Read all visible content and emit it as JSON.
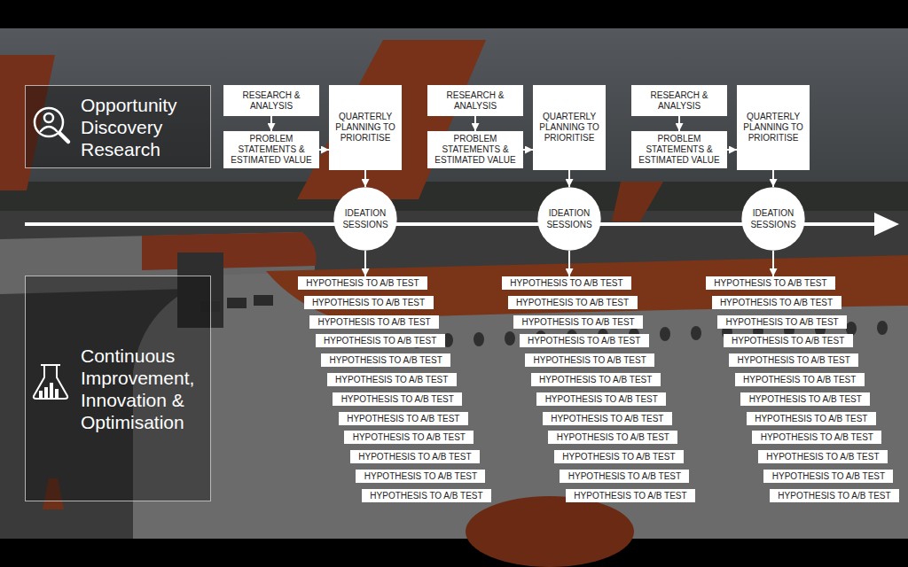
{
  "diagram": {
    "nodes": [
      {
        "text": [
          "Opportunity Discovery Research"
        ]
      },
      {
        "text": [
          "Continuous Improvement, Innovation & Optimisation"
        ]
      },
      {
        "text": [
          "RESEARCH & ANALYSIS"
        ]
      },
      {
        "text": [
          "PROBLEM STATEMENTS & ESTIMATED VALUE"
        ]
      },
      {
        "text": [
          "QUARTERLY PLANNING TO PRIORITISE"
        ]
      },
      {
        "text": [
          "IDEATION SESSIONS"
        ]
      },
      {
        "text": [
          "HYPOTHESIS TO A/B TEST"
        ]
      },
      {
        "text": [
          "HYPOTHESIS TO A/B TEST"
        ]
      },
      {
        "text": [
          "HYPOTHESIS TO A/B TEST"
        ]
      },
      {
        "text": [
          "HYPOTHESIS TO A/B TEST"
        ]
      },
      {
        "text": [
          "HYPOTHESIS TO A/B TEST"
        ]
      },
      {
        "text": [
          "HYPOTHESIS TO A/B TEST"
        ]
      },
      {
        "text": [
          "HYPOTHESIS TO A/B TEST"
        ]
      },
      {
        "text": [
          "HYPOTHESIS TO A/B TEST"
        ]
      },
      {
        "text": [
          "HYPOTHESIS TO A/B TEST"
        ]
      },
      {
        "text": [
          "HYPOTHESIS TO A/B TEST"
        ]
      },
      {
        "text": [
          "HYPOTHESIS TO A/B TEST"
        ]
      },
      {
        "text": [
          "HYPOTHESIS TO A/B TEST"
        ]
      },
      {
        "text": [
          "RESEARCH & ANALYSIS"
        ]
      },
      {
        "text": [
          "PROBLEM STATEMENTS & ESTIMATED VALUE"
        ]
      },
      {
        "text": [
          "QUARTERLY PLANNING TO PRIORITISE"
        ]
      },
      {
        "text": [
          "IDEATION SESSIONS"
        ]
      },
      {
        "text": [
          "HYPOTHESIS TO A/B TEST"
        ]
      },
      {
        "text": [
          "HYPOTHESIS TO A/B TEST"
        ]
      },
      {
        "text": [
          "HYPOTHESIS TO A/B TEST"
        ]
      },
      {
        "text": [
          "HYPOTHESIS TO A/B TEST"
        ]
      },
      {
        "text": [
          "HYPOTHESIS TO A/B TEST"
        ]
      },
      {
        "text": [
          "HYPOTHESIS TO A/B TEST"
        ]
      },
      {
        "text": [
          "HYPOTHESIS TO A/B TEST"
        ]
      },
      {
        "text": [
          "HYPOTHESIS TO A/B TEST"
        ]
      },
      {
        "text": [
          "HYPOTHESIS TO A/B TEST"
        ]
      },
      {
        "text": [
          "HYPOTHESIS TO A/B TEST"
        ]
      },
      {
        "text": [
          "HYPOTHESIS TO A/B TEST"
        ]
      },
      {
        "text": [
          "HYPOTHESIS TO A/B TEST"
        ]
      },
      {
        "text": [
          "RESEARCH & ANALYSIS"
        ]
      },
      {
        "text": [
          "PROBLEM STATEMENTS & ESTIMATED VALUE"
        ]
      },
      {
        "text": [
          "QUARTERLY PLANNING TO PRIORITISE"
        ]
      },
      {
        "text": [
          "IDEATION SESSIONS"
        ]
      },
      {
        "text": [
          "HYPOTHESIS TO A/B TEST"
        ]
      },
      {
        "text": [
          "HYPOTHESIS TO A/B TEST"
        ]
      },
      {
        "text": [
          "HYPOTHESIS TO A/B TEST"
        ]
      },
      {
        "text": [
          "HYPOTHESIS TO A/B TEST"
        ]
      },
      {
        "text": [
          "HYPOTHESIS TO A/B TEST"
        ]
      },
      {
        "text": [
          "HYPOTHESIS TO A/B TEST"
        ]
      },
      {
        "text": [
          "HYPOTHESIS TO A/B TEST"
        ]
      },
      {
        "text": [
          "HYPOTHESIS TO A/B TEST"
        ]
      },
      {
        "text": [
          "HYPOTHESIS TO A/B TEST"
        ]
      },
      {
        "text": [
          "HYPOTHESIS TO A/B TEST"
        ]
      },
      {
        "text": [
          "HYPOTHESIS TO A/B TEST"
        ]
      },
      {
        "text": [
          "HYPOTHESIS TO A/B TEST"
        ]
      }
    ],
    "edges": [
      {
        "from": 2,
        "to": 3,
        "arrow": "to"
      },
      {
        "from": 3,
        "to": 4,
        "arrow": "to"
      },
      {
        "from": 4,
        "to": 5,
        "arrow": "to"
      },
      {
        "from": 5,
        "to": 6,
        "arrow": "to"
      },
      {
        "from": 18,
        "to": 19,
        "arrow": "to"
      },
      {
        "from": 19,
        "to": 20,
        "arrow": "to"
      },
      {
        "from": 20,
        "to": 21,
        "arrow": "to"
      },
      {
        "from": 21,
        "to": 22,
        "arrow": "to"
      },
      {
        "from": 34,
        "to": 35,
        "arrow": "to"
      },
      {
        "from": 35,
        "to": 36,
        "arrow": "to"
      },
      {
        "from": 36,
        "to": 37,
        "arrow": "to"
      },
      {
        "from": 37,
        "to": 38,
        "arrow": "to"
      }
    ]
  }
}
